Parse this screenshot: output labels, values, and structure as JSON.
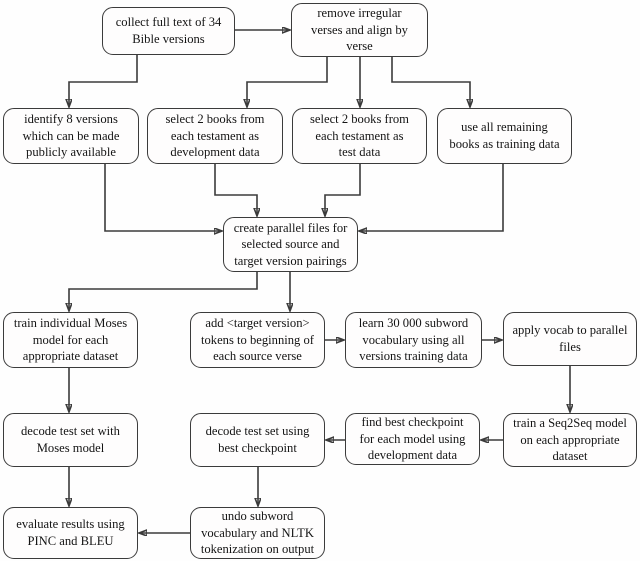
{
  "diagram": {
    "title": "Bible versions machine translation pipeline flowchart",
    "colors": {
      "background": "#fefefe",
      "node_fill": "#fefdfd",
      "stroke": "#3b3b3b",
      "text": "#141414"
    },
    "nodes": [
      {
        "id": "collect-full-text",
        "label": "collect full text of 34\nBible versions"
      },
      {
        "id": "remove-irregular",
        "label": "remove irregular\nverses and align by\nverse"
      },
      {
        "id": "identify-8-versions",
        "label": "identify 8 versions\nwhich can be made\npublicly available"
      },
      {
        "id": "select-dev-books",
        "label": "select 2 books from\neach testament as\ndevelopment data"
      },
      {
        "id": "select-test-books",
        "label": "select 2 books from\neach testament as\ntest data"
      },
      {
        "id": "use-remaining-books",
        "label": "use all remaining\nbooks as training data"
      },
      {
        "id": "create-parallel-files",
        "label": "create parallel files for\nselected source and\ntarget version pairings"
      },
      {
        "id": "train-moses",
        "label": "train individual Moses\nmodel for each\nappropriate dataset"
      },
      {
        "id": "add-target-tokens",
        "label": "add <target version>\ntokens to beginning of\neach source verse"
      },
      {
        "id": "learn-subword-vocab",
        "label": "learn 30 000 subword\nvocabulary using all\nversions training data"
      },
      {
        "id": "apply-vocab",
        "label": "apply vocab to parallel\nfiles"
      },
      {
        "id": "decode-moses",
        "label": "decode test set with\nMoses model"
      },
      {
        "id": "decode-best-checkpoint",
        "label": "decode test set using\nbest checkpoint"
      },
      {
        "id": "find-best-checkpoint",
        "label": "find best checkpoint\nfor each model using\ndevelopment data"
      },
      {
        "id": "train-seq2seq",
        "label": "train a Seq2Seq model\non each appropriate\ndataset"
      },
      {
        "id": "evaluate-results",
        "label": "evaluate results using\nPINC and BLEU"
      },
      {
        "id": "undo-subword",
        "label": "undo subword\nvocabulary and NLTK\ntokenization on output"
      }
    ],
    "edges": [
      {
        "from": "collect-full-text",
        "to": "remove-irregular"
      },
      {
        "from": "collect-full-text",
        "to": "identify-8-versions"
      },
      {
        "from": "remove-irregular",
        "to": "select-dev-books"
      },
      {
        "from": "remove-irregular",
        "to": "select-test-books"
      },
      {
        "from": "remove-irregular",
        "to": "use-remaining-books"
      },
      {
        "from": "identify-8-versions",
        "to": "create-parallel-files"
      },
      {
        "from": "select-dev-books",
        "to": "create-parallel-files"
      },
      {
        "from": "select-test-books",
        "to": "create-parallel-files"
      },
      {
        "from": "use-remaining-books",
        "to": "create-parallel-files"
      },
      {
        "from": "create-parallel-files",
        "to": "train-moses"
      },
      {
        "from": "create-parallel-files",
        "to": "add-target-tokens"
      },
      {
        "from": "add-target-tokens",
        "to": "learn-subword-vocab"
      },
      {
        "from": "learn-subword-vocab",
        "to": "apply-vocab"
      },
      {
        "from": "apply-vocab",
        "to": "train-seq2seq"
      },
      {
        "from": "train-seq2seq",
        "to": "find-best-checkpoint"
      },
      {
        "from": "find-best-checkpoint",
        "to": "decode-best-checkpoint"
      },
      {
        "from": "train-moses",
        "to": "decode-moses"
      },
      {
        "from": "decode-moses",
        "to": "evaluate-results"
      },
      {
        "from": "decode-best-checkpoint",
        "to": "undo-subword"
      },
      {
        "from": "undo-subword",
        "to": "evaluate-results"
      }
    ]
  }
}
